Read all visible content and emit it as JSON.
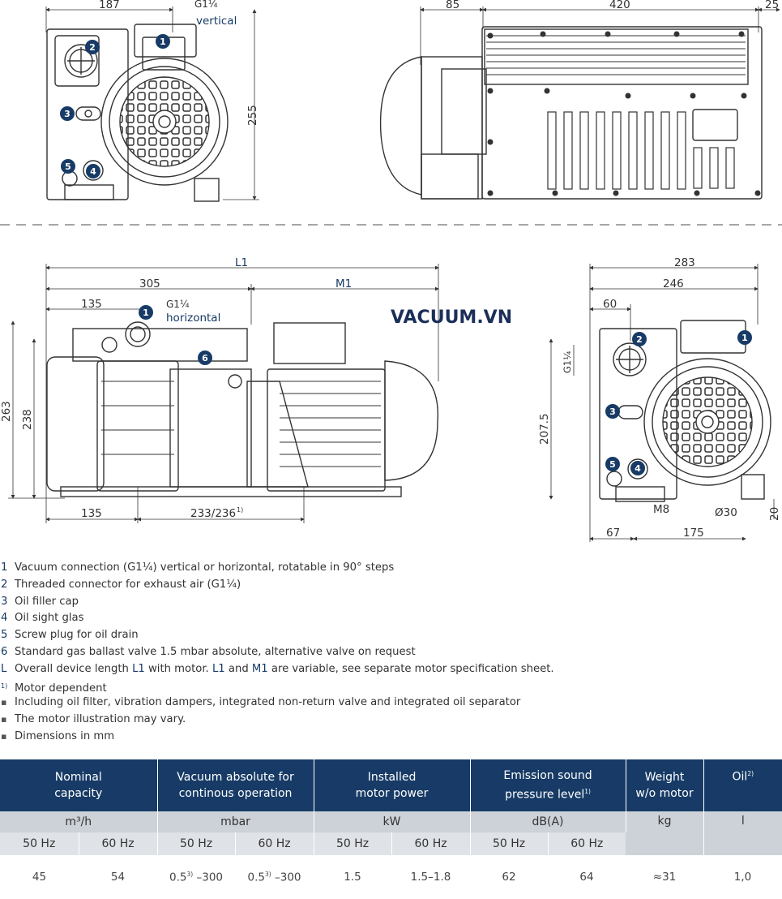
{
  "watermark": "VACUUM.VN",
  "dimensions": {
    "top_left": {
      "width": "187",
      "label_g": "G1¼",
      "label_orient": "vertical",
      "height": "255"
    },
    "top_right": {
      "d85": "85",
      "d420": "420",
      "d25": "25"
    },
    "side": {
      "L1": "L1",
      "d305": "305",
      "M1": "M1",
      "d135a": "135",
      "label_g": "G1¼",
      "label_orient": "horizontal",
      "h263": "263",
      "h238": "238",
      "d135b": "135",
      "d233": "233/236",
      "d233_note": "1)"
    },
    "front": {
      "d283": "283",
      "d246": "246",
      "d60": "60",
      "g14": "G1¼",
      "h207": "207.5",
      "m8": "M8",
      "d30": "Ø30",
      "d20": "20",
      "d67": "67",
      "d175": "175"
    }
  },
  "callouts": [
    "1",
    "2",
    "3",
    "4",
    "5",
    "6"
  ],
  "legend": [
    {
      "key": "1",
      "text": "Vacuum connection (G1¼) vertical or horizontal, rotatable in 90° steps"
    },
    {
      "key": "2",
      "text": "Threaded connector for exhaust air (G1¼)"
    },
    {
      "key": "3",
      "text": "Oil filler cap"
    },
    {
      "key": "4",
      "text": "Oil sight glas"
    },
    {
      "key": "5",
      "text": "Screw plug for oil drain"
    },
    {
      "key": "6",
      "text": "Standard gas ballast valve 1.5 mbar absolute, alternative valve on request"
    },
    {
      "key": "L",
      "text_a": "Overall device length ",
      "hl_a": "L1",
      "text_b": " with motor. ",
      "hl_b": "L1",
      "text_c": " and ",
      "hl_c": "M1",
      "text_d": " are variable, see separate motor specification sheet."
    },
    {
      "key": "1)",
      "text": "Motor dependent"
    },
    {
      "key": "▪",
      "text": "Including oil filter, vibration dampers, integrated non-return valve and integrated oil separator"
    },
    {
      "key": "▪",
      "text": "The motor illustration may vary."
    },
    {
      "key": "▪",
      "text": "Dimensions in mm"
    }
  ],
  "table": {
    "headers": [
      {
        "line1": "Nominal",
        "line2": "capacity"
      },
      {
        "line1": "Vacuum absolute for",
        "line2": "continous operation"
      },
      {
        "line1": "Installed",
        "line2": "motor power"
      },
      {
        "line1": "Emission sound",
        "line2": "pressure level",
        "note": "1)"
      },
      {
        "line1": "Weight",
        "line2": "w/o motor"
      },
      {
        "line1": "Oil",
        "note": "2)"
      }
    ],
    "units": [
      "m³/h",
      "mbar",
      "kW",
      "dB(A)",
      "kg",
      "l"
    ],
    "freq": [
      "50 Hz",
      "60 Hz",
      "50 Hz",
      "60 Hz",
      "50 Hz",
      "60 Hz",
      "50 Hz",
      "60 Hz"
    ],
    "values": {
      "cap50": "45",
      "cap60": "54",
      "vac50_a": "0.5",
      "vac50_note": "3)",
      "vac50_b": " –300",
      "vac60_a": "0.5",
      "vac60_note": "3)",
      "vac60_b": " –300",
      "pow50": "1.5",
      "pow60": "1.5–1.8",
      "snd50": "62",
      "snd60": "64",
      "weight": "≈31",
      "oil": "1,0"
    }
  }
}
